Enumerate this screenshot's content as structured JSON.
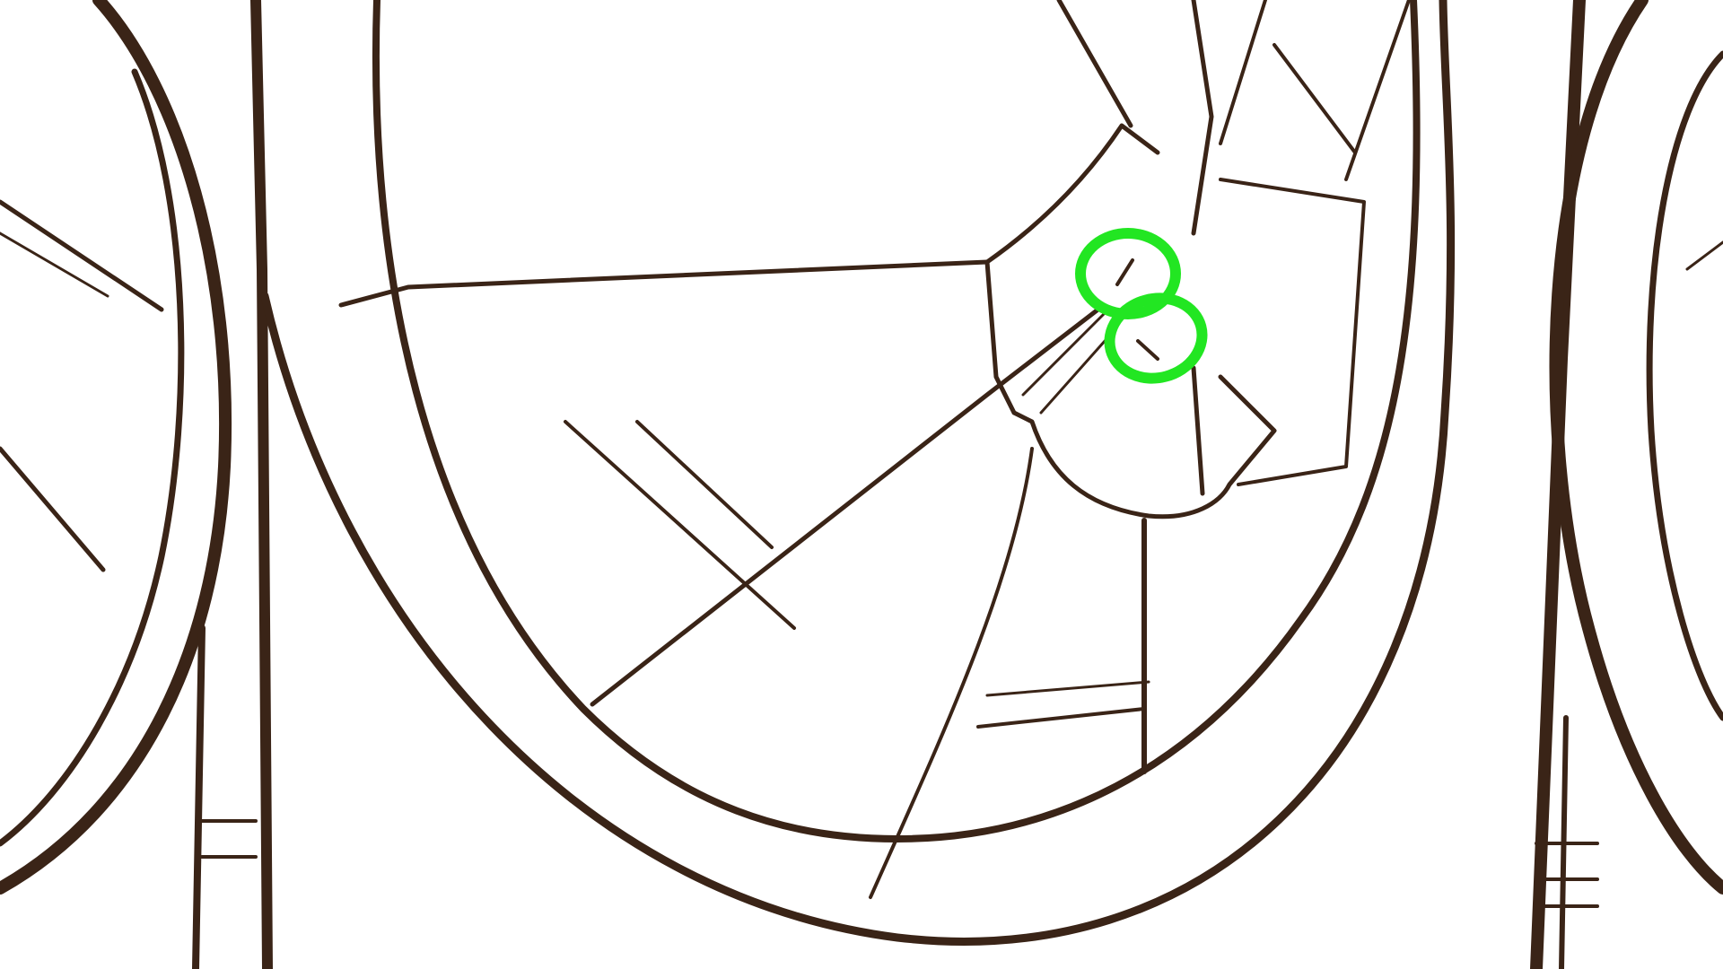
{
  "image": {
    "kind": "line-art sketch",
    "description_colors": {
      "background": "#ffffff",
      "ink": "#3a2417",
      "highlight": "#22e622"
    }
  },
  "annotations": [
    {
      "shape": "circle",
      "color": "#22e622"
    },
    {
      "shape": "circle",
      "color": "#22e622"
    }
  ]
}
